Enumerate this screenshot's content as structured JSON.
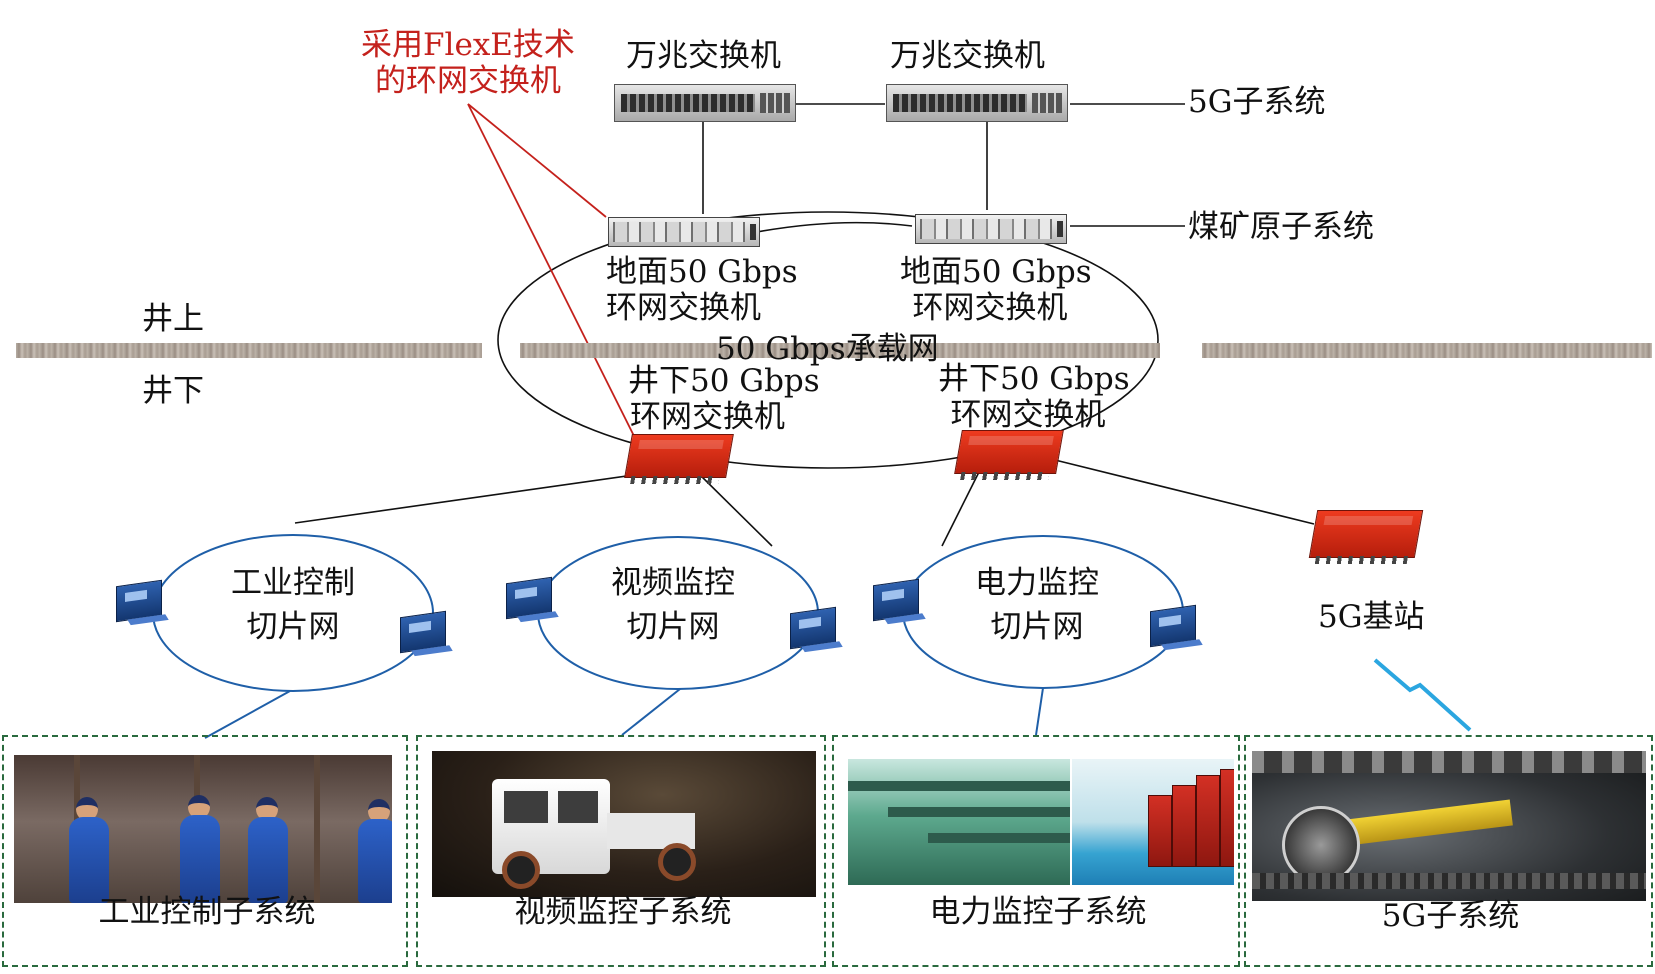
{
  "annotation": {
    "flexe_line1": "采用FlexE技术",
    "flexe_line2": "的环网交换机",
    "color": "#c4211c"
  },
  "core_switches": [
    {
      "label": "万兆交换机"
    },
    {
      "label": "万兆交换机"
    }
  ],
  "right_labels": {
    "subsystem_5g": "5G子系统",
    "coal_subsystem": "煤矿原子系统"
  },
  "surface_switches": [
    {
      "line1": "地面50 Gbps",
      "line2": "环网交换机"
    },
    {
      "line1": "地面50 Gbps",
      "line2": "环网交换机"
    }
  ],
  "zones": {
    "above": "井上",
    "below": "井下"
  },
  "bearer_network": "50 Gbps承载网",
  "underground_switches": [
    {
      "line1": "井下50 Gbps",
      "line2": "环网交换机"
    },
    {
      "line1": "井下50 Gbps",
      "line2": "环网交换机"
    }
  ],
  "slices": [
    {
      "line1": "工业控制",
      "line2": "切片网"
    },
    {
      "line1": "视频监控",
      "line2": "切片网"
    },
    {
      "line1": "电力监控",
      "line2": "切片网"
    }
  ],
  "base_station": "5G基站",
  "panels": [
    {
      "caption": "工业控制子系统"
    },
    {
      "caption": "视频监控子系统"
    },
    {
      "caption": "电力监控子系统"
    },
    {
      "caption": "5G子系统"
    }
  ],
  "colors": {
    "slice_ring": "#1f5fa8",
    "panel_border": "#2a6a3e",
    "wireless": "#2ba6e0",
    "device_red": "#e2341b",
    "device_blue": "#1f4b92"
  },
  "icons": {
    "core_switch": "rack-switch-icon",
    "ring_switch": "ring-switch-icon",
    "underground_switch": "explosion-proof-box-icon",
    "slice_node": "access-node-icon",
    "wireless": "lightning-link-icon"
  }
}
